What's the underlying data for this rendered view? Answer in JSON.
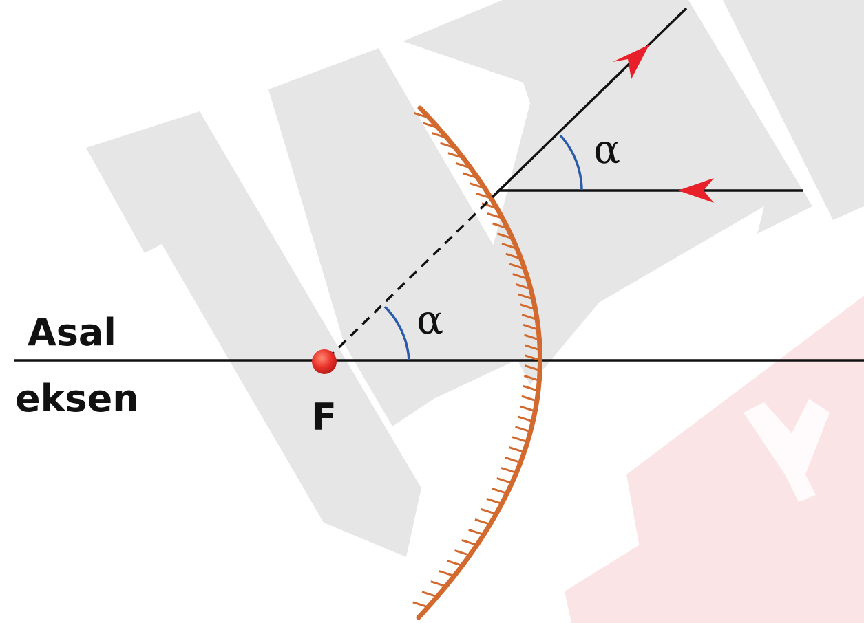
{
  "labels": {
    "axis_line1": "Asal",
    "axis_line2": "eksen",
    "focus": "F",
    "angle_top": "α",
    "angle_bottom": "α"
  },
  "colors": {
    "mirror": "#d2692e",
    "ray": "#111111",
    "arrow": "#e8202a",
    "angle_arc": "#2a5aa8",
    "focus_point": "#e8302a",
    "watermark_gray": "#e6e6e6",
    "watermark_pink": "#fbe4e6"
  },
  "icons": {
    "focus_marker": "filled-circle",
    "ray_direction": "arrowhead"
  }
}
